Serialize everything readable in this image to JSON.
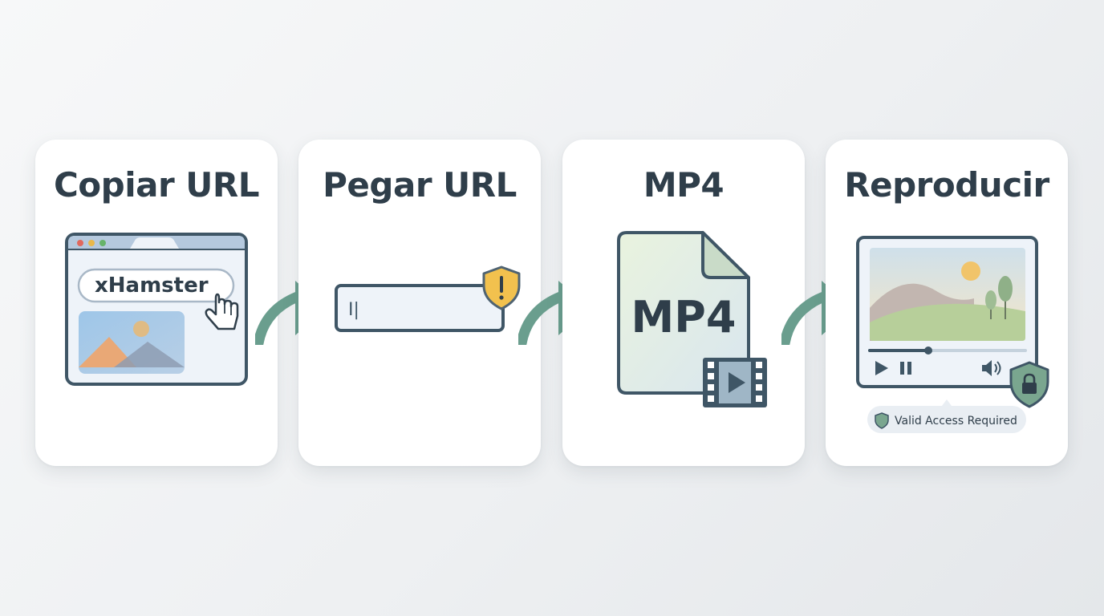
{
  "steps": [
    {
      "title": "Copiar URL",
      "url_text": "xHamster"
    },
    {
      "title": "Pegar URL",
      "input_cursor": "I|"
    },
    {
      "title": "MP4",
      "file_label": "MP4"
    },
    {
      "title": "Reproducir",
      "badge_text": "Valid Access Required"
    }
  ],
  "colors": {
    "title": "#2f3e4a",
    "outline": "#3f5666",
    "arrow": "#6a9e8e",
    "shield_warning": "#f2c14e",
    "shield_lock": "#7aa68f"
  }
}
